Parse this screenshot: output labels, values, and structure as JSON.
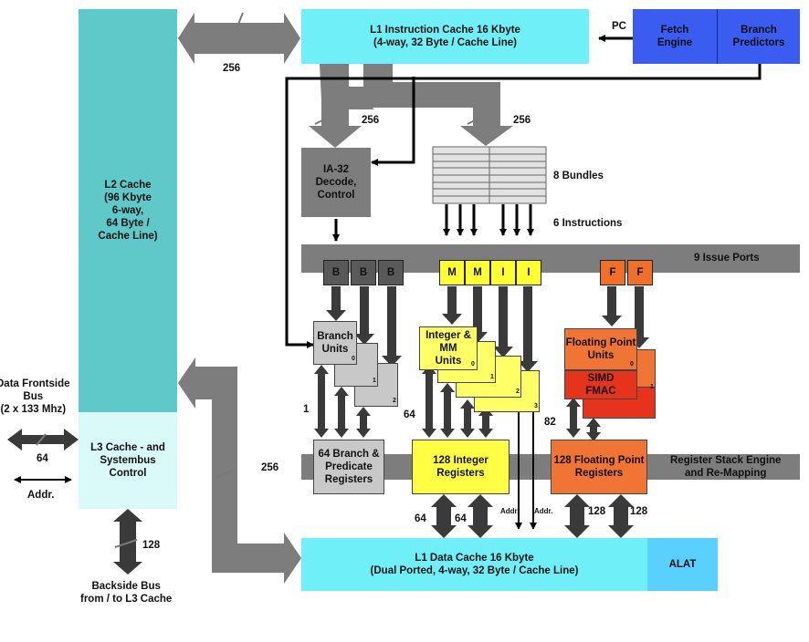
{
  "l1_icache": {
    "line1": "L1 Instruction Cache 16 Kbyte",
    "line2": "(4-way, 32 Byte / Cache Line)"
  },
  "fetch_engine": "Fetch\nEngine",
  "branch_predictors": "Branch\nPredictors",
  "pc_label": "PC",
  "l2_cache": "L2 Cache\n(96 Kbyte\n6-way,\n64 Byte /\nCache Line)",
  "l3_control": "L3 Cache - and\nSystembus\nControl",
  "ia32_decode": "IA-32\nDecode,\nControl",
  "bundles_label": "8 Bundles",
  "instructions_label": "6 Instructions",
  "issue_ports_label": "9 Issue Ports",
  "ports": {
    "b": "B",
    "m": "M",
    "i": "I",
    "f": "F"
  },
  "branch_units": "Branch\nUnits",
  "integer_mm_units": "Integer &\nMM\nUnits",
  "fp_units": "Floating Point\nUnits",
  "simd_fmac": "SIMD\nFMAC",
  "unit_indices": [
    "0",
    "1",
    "2",
    "3"
  ],
  "branch_pred_regs": "64 Branch &\nPredicate\nRegisters",
  "int_regs": "128 Integer\nRegisters",
  "fp_regs": "128 Floating Point\nRegisters",
  "rse_label": "Register Stack Engine\nand Re-Mapping",
  "l1_dcache": {
    "line1": "L1 Data Cache 16 Kbyte",
    "line2": "(Dual Ported, 4-way, 32 Byte / Cache Line)"
  },
  "alat": "ALAT",
  "data_frontside_bus": "Data Frontside\nBus\n(2 x 133 Mhz)",
  "addr": "Addr.",
  "backside_bus": "Backside Bus\nfrom / to L3 Cache",
  "widths": {
    "w256": "256",
    "w128": "128",
    "w64": "64",
    "w82": "82",
    "w1": "1"
  }
}
